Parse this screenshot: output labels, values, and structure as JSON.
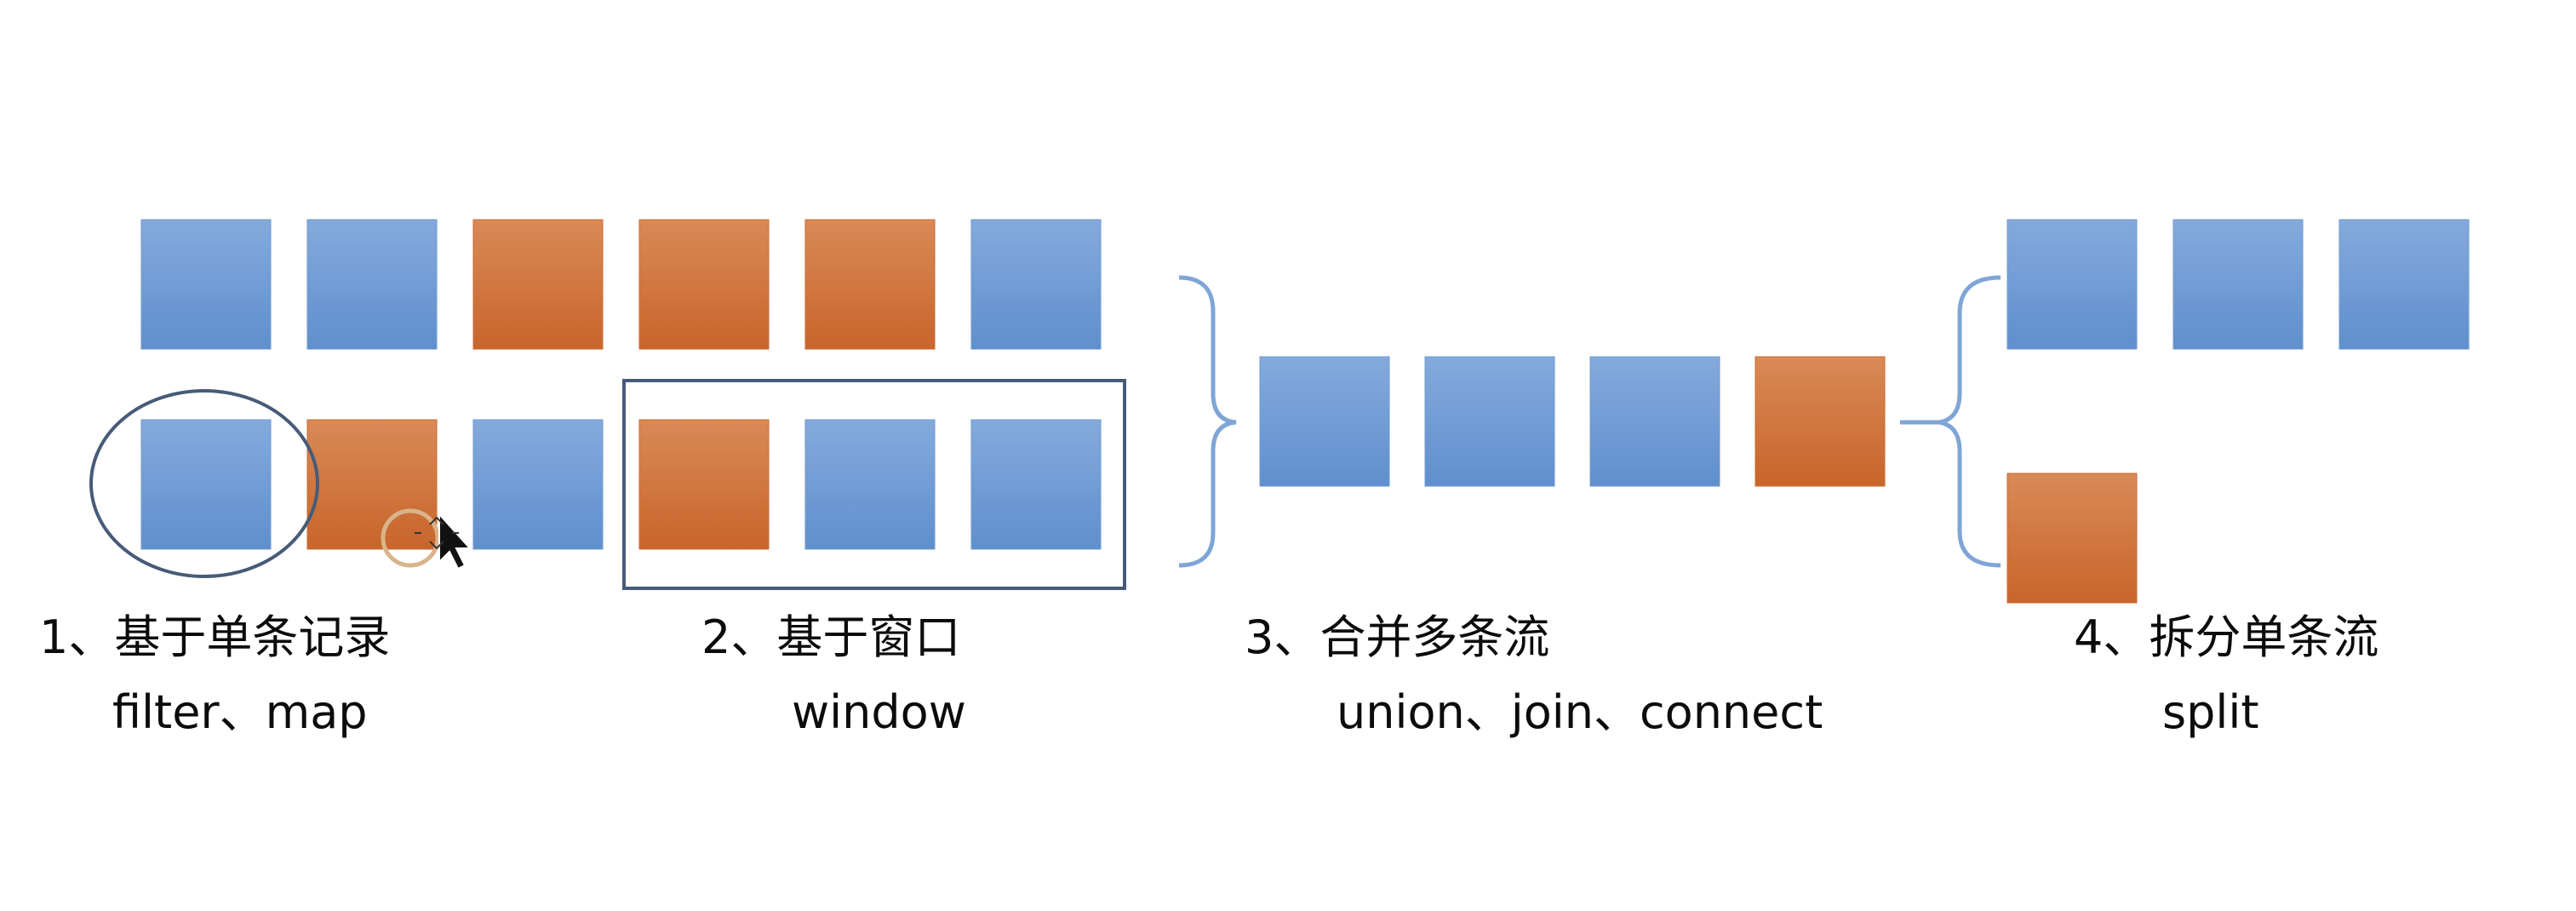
{
  "colors": {
    "blue_light": "#84aadc",
    "blue_dark": "#5f8fcd",
    "orange_light": "#d98a56",
    "orange_dark": "#c8652b",
    "outline": "#475b78",
    "bracket": "#7fa5d6",
    "text": "#0c0c0c"
  },
  "diagram": {
    "streams": [
      {
        "name": "stream-1",
        "blocks": [
          "blue",
          "blue",
          "orange",
          "orange",
          "orange",
          "blue"
        ]
      },
      {
        "name": "stream-2",
        "blocks": [
          "blue",
          "orange",
          "blue",
          "orange",
          "blue",
          "blue"
        ]
      },
      {
        "name": "merged-stream",
        "blocks": [
          "blue",
          "blue",
          "blue",
          "orange"
        ]
      },
      {
        "name": "split-stream-blue",
        "blocks": [
          "blue",
          "blue",
          "blue"
        ]
      },
      {
        "name": "split-stream-orange",
        "blocks": [
          "orange"
        ]
      }
    ]
  },
  "captions": {
    "single_record": {
      "title": "1、基于单条记录",
      "subtitle": "filter、map"
    },
    "window": {
      "title": "2、基于窗口",
      "subtitle": "window"
    },
    "merge": {
      "title": "3、合并多条流",
      "subtitle": "union、join、connect"
    },
    "split": {
      "title": "4、拆分单条流",
      "subtitle": "split"
    }
  }
}
